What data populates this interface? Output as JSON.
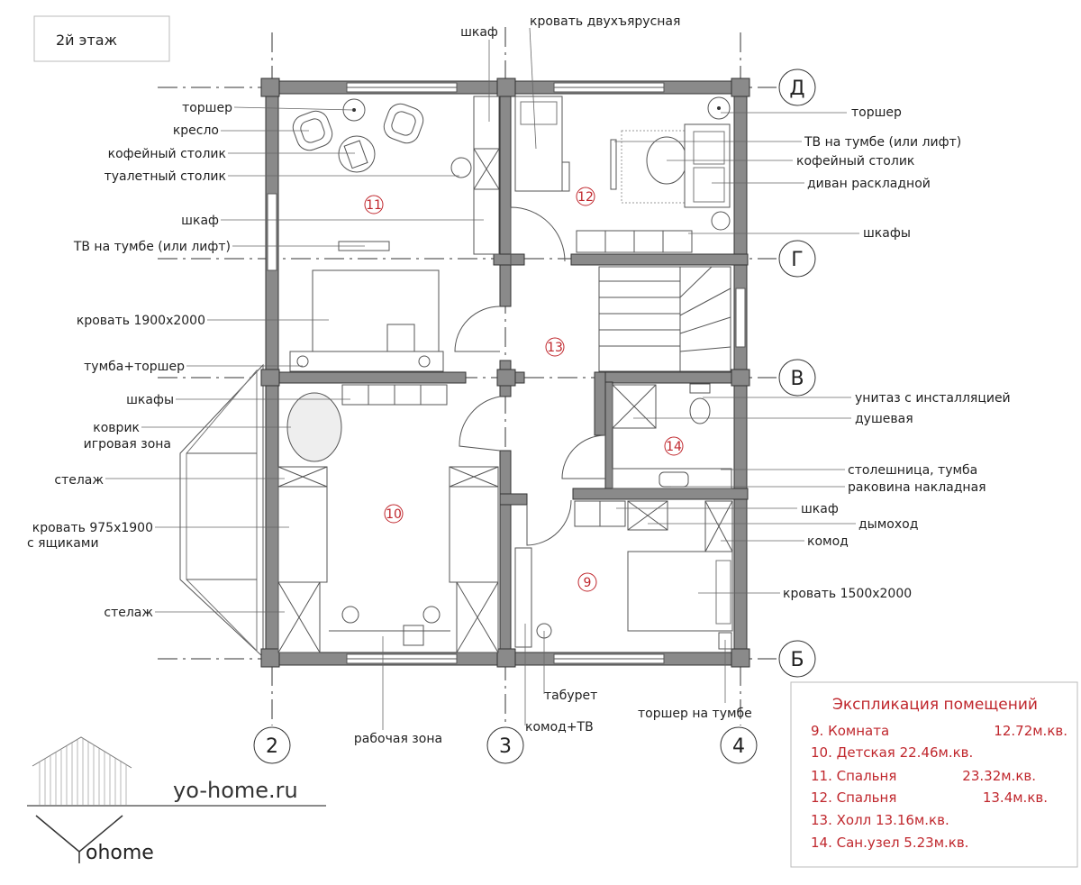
{
  "floor_title": "2й этаж",
  "axes": {
    "rows": [
      "Д",
      "Г",
      "В",
      "Б"
    ],
    "cols": [
      "2",
      "3",
      "4"
    ]
  },
  "rooms": [
    "11",
    "12",
    "13",
    "10",
    "14",
    "9"
  ],
  "labels": {
    "torsher_11": "торшер",
    "kreslo": "кресло",
    "coffee_11": "кофейный столик",
    "toilet_table": "туалетный столик",
    "shkaf_11": "шкаф",
    "tv_11": "ТВ на тумбе (или лифт)",
    "bed_1900": "кровать 1900х2000",
    "tumba_torsher": "тумба+торшер",
    "shkafy_10": "шкафы",
    "kovrik_1": "коврик",
    "kovrik_2": "игровая зона",
    "stelazh_1": "стелаж",
    "bed_975_1": "кровать 975х1900",
    "bed_975_2": "с ящиками",
    "stelazh_2": "стелаж",
    "work_zone": "рабочая зона",
    "shkaf_top": "шкаф",
    "bunk_bed": "кровать двухъярусная",
    "torsher_12": "торшер",
    "tv_12": "ТВ на тумбе (или лифт)",
    "coffee_12": "кофейный столик",
    "sofa": "диван раскладной",
    "shkafy_12": "шкафы",
    "toilet": "унитаз с инсталляцией",
    "shower": "душевая",
    "countertop": "столешница, тумба",
    "sink": "раковина накладная",
    "shkaf_9": "шкаф",
    "chimney": "дымоход",
    "komod": "комод",
    "bed_1500": "кровать 1500х2000",
    "taburet": "табурет",
    "komod_tv": "комод+ТВ",
    "torsher_tumba": "торшер на тумбе"
  },
  "legend": {
    "title": "Экспликация помещений",
    "items": [
      {
        "name": "9. Комната",
        "area": "12.72м.кв."
      },
      {
        "name": "10. Детская 22.46м.кв.",
        "area": ""
      },
      {
        "name": "11. Спальня",
        "area": "23.32м.кв."
      },
      {
        "name": "12. Спальня",
        "area": "13.4м.кв."
      },
      {
        "name": "13. Холл 13.16м.кв.",
        "area": ""
      },
      {
        "name": "14. Сан.узел 5.23м.кв.",
        "area": ""
      }
    ]
  },
  "brand": {
    "site": "yo-home.ru",
    "logo_text": "ohome"
  },
  "colors": {
    "accent": "#c0272d",
    "wall": "#8a8a8a",
    "line": "#333333"
  }
}
